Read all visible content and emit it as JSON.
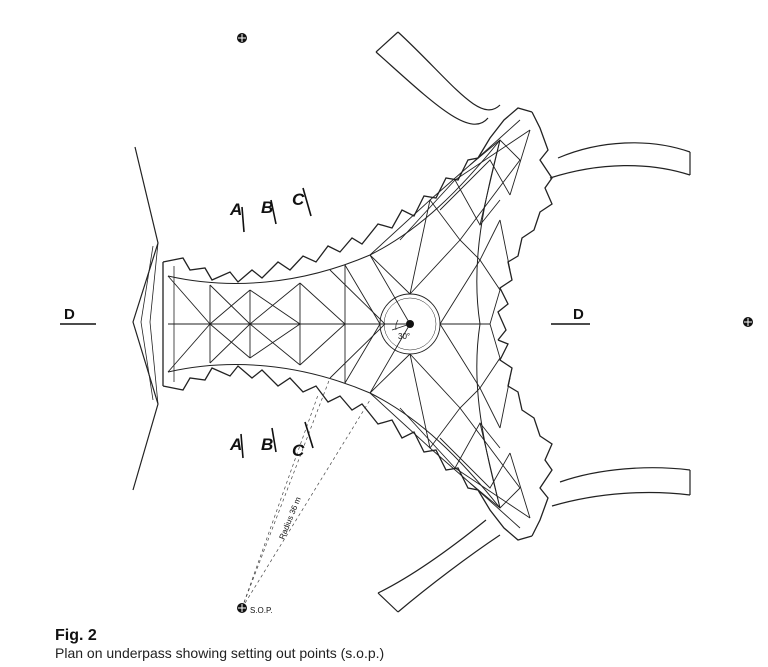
{
  "figure": {
    "title": "Fig. 2",
    "caption": "Plan on underpass showing setting out points (s.o.p.)"
  },
  "labels": {
    "section_a_top": "A",
    "section_b_top": "B",
    "section_c_top": "C",
    "section_a_bottom": "A",
    "section_b_bottom": "B",
    "section_c_bottom": "C",
    "section_d_left": "D",
    "section_d_right": "D",
    "angle": "30°",
    "radius": "Radius 36 m",
    "sop": "S.O.P."
  },
  "icons": [
    "setting-out-point-icon",
    "center-point-icon"
  ]
}
